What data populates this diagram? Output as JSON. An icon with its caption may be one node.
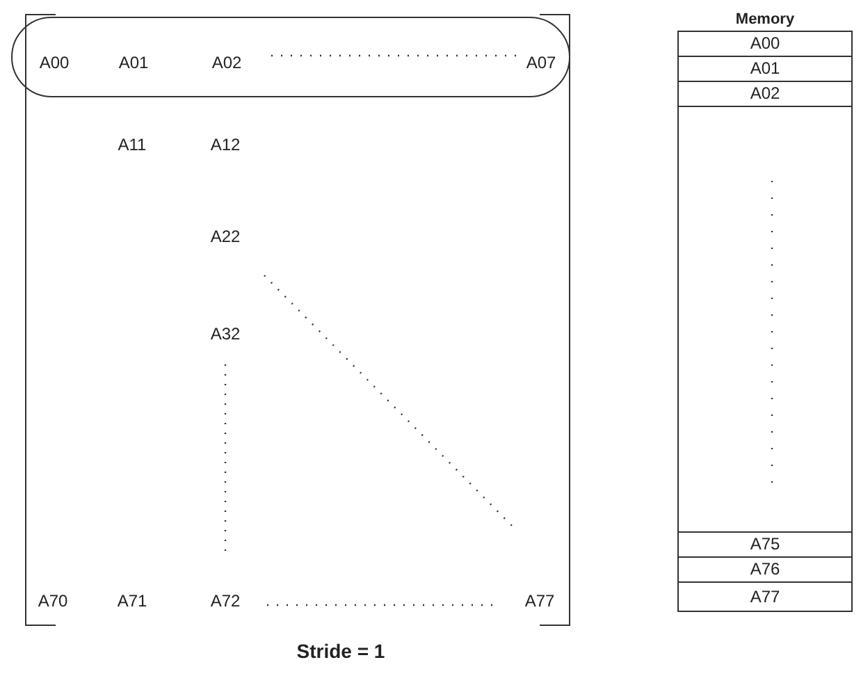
{
  "diagram": {
    "caption": "Stride = 1",
    "nodes": [
      {
        "text": [],
        "shape": "box"
      },
      {
        "text": [
          "A00",
          "A01",
          "A02",
          "A07"
        ],
        "in": 0
      },
      {
        "text": [
          "Memory"
        ]
      },
      {
        "text": [
          "A00"
        ],
        "in": 2
      },
      {
        "text": [
          "A01"
        ],
        "in": 2
      },
      {
        "text": [
          "A02"
        ],
        "in": 2
      },
      {
        "text": [],
        "shape": "box",
        "in": 2
      },
      {
        "text": [
          "A75"
        ],
        "in": 2
      },
      {
        "text": [
          "A76"
        ],
        "in": 2
      },
      {
        "text": [
          "A77"
        ],
        "in": 2
      }
    ],
    "edges": [],
    "labels": [
      "A11",
      "A12",
      "A22",
      "A32",
      "A70",
      "A71",
      "A72",
      "A77"
    ]
  }
}
